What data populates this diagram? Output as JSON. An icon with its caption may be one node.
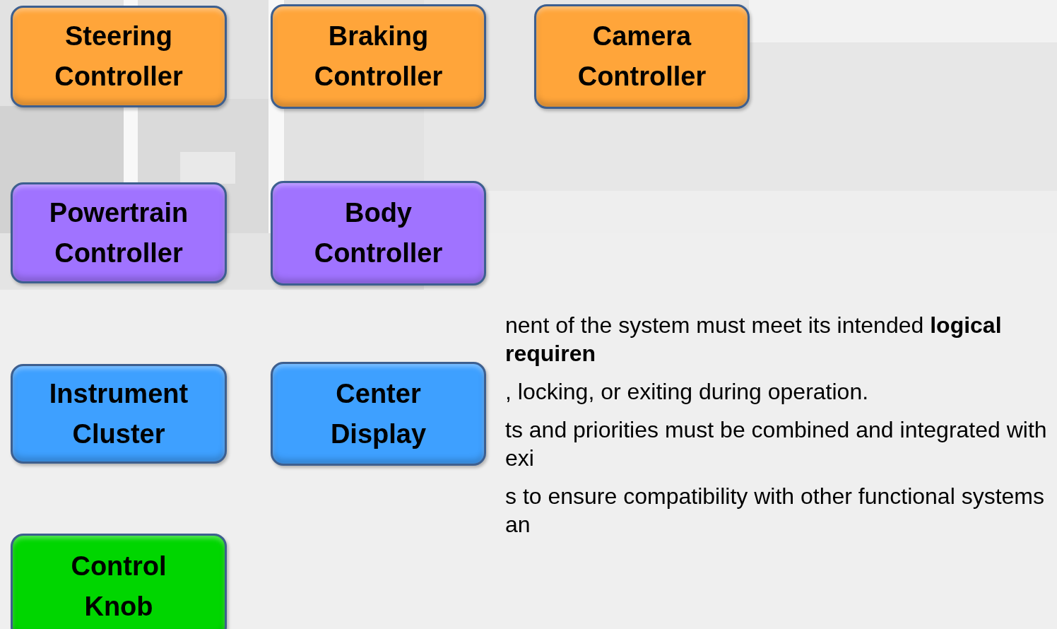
{
  "diagram": {
    "nodes": [
      {
        "text": [
          "Steering Controller"
        ]
      },
      {
        "text": [
          "Braking Controller"
        ]
      },
      {
        "text": [
          "Camera Controller"
        ]
      },
      {
        "text": [
          "Powertrain Controller"
        ]
      },
      {
        "text": [
          "Body Controller"
        ]
      },
      {
        "text": [
          "Instrument Cluster"
        ]
      },
      {
        "text": [
          "Center Display"
        ]
      },
      {
        "text": [
          "Control Knob"
        ]
      }
    ],
    "labels": [
      "nent of the system must meet its intended **logical requiren**",
      ", locking, or exiting during operation.",
      "ts and priorities must be combined and integrated with exi",
      "s to ensure compatibility with other functional systems an"
    ]
  }
}
